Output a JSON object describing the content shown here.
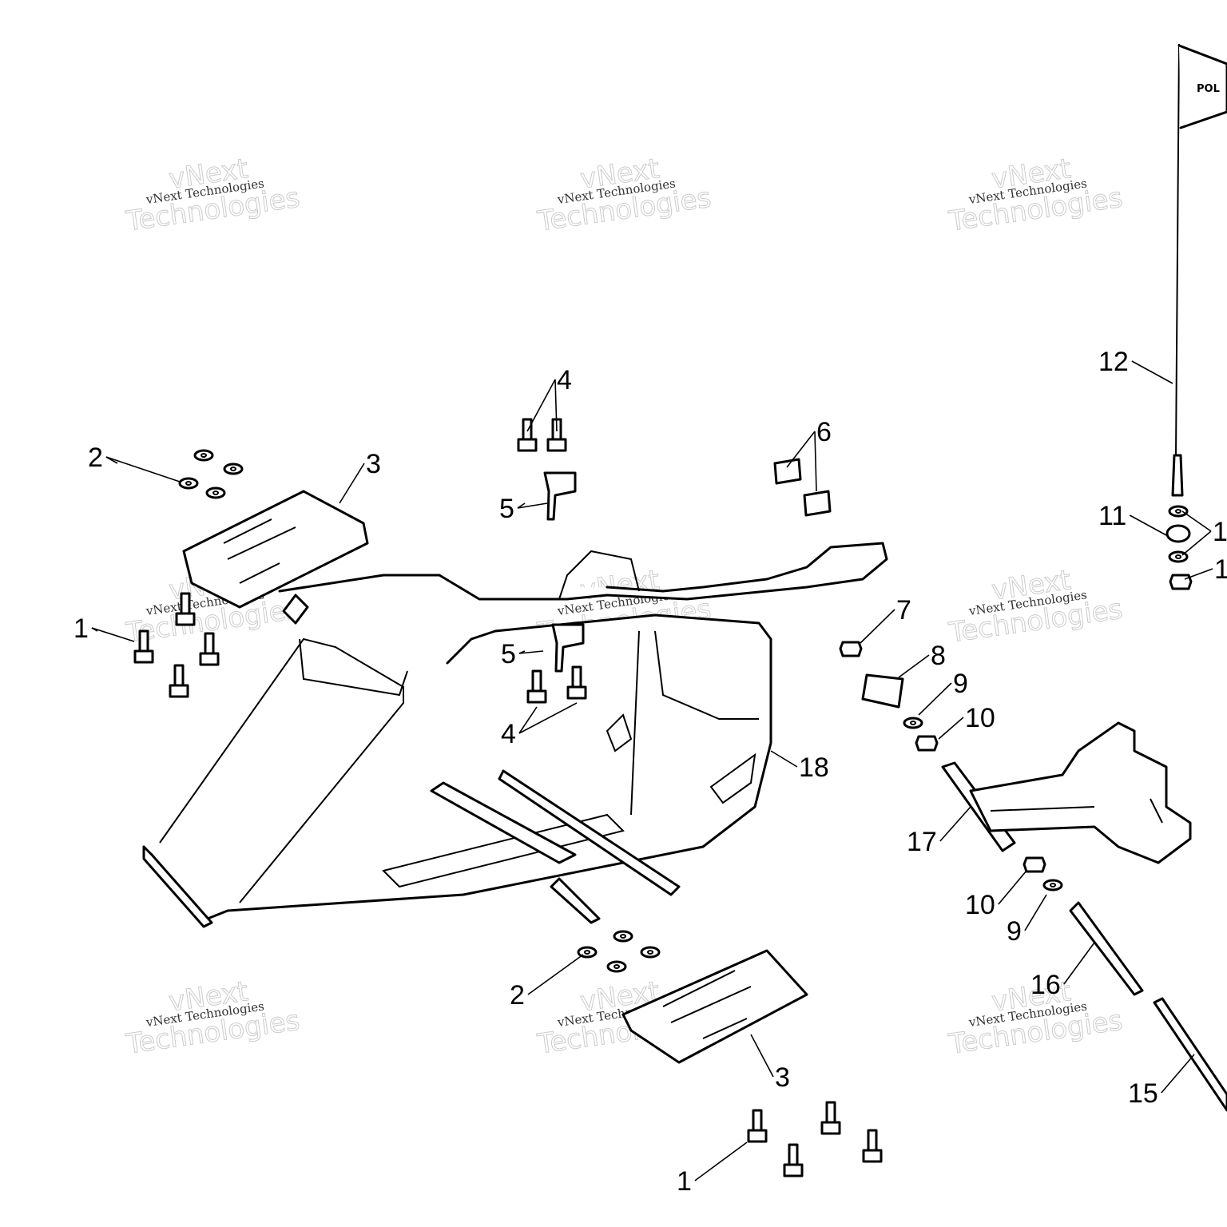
{
  "watermark": {
    "line1": "vNext Technologies",
    "big1": "vNext",
    "big2": "Technologies"
  },
  "flag_logo": "POL",
  "callouts": [
    "2",
    "3",
    "1",
    "4",
    "5",
    "6",
    "5",
    "4",
    "7",
    "8",
    "9",
    "10",
    "18",
    "17",
    "10",
    "9",
    "16",
    "15",
    "2",
    "3",
    "1",
    "12",
    "11",
    "1",
    "1"
  ]
}
